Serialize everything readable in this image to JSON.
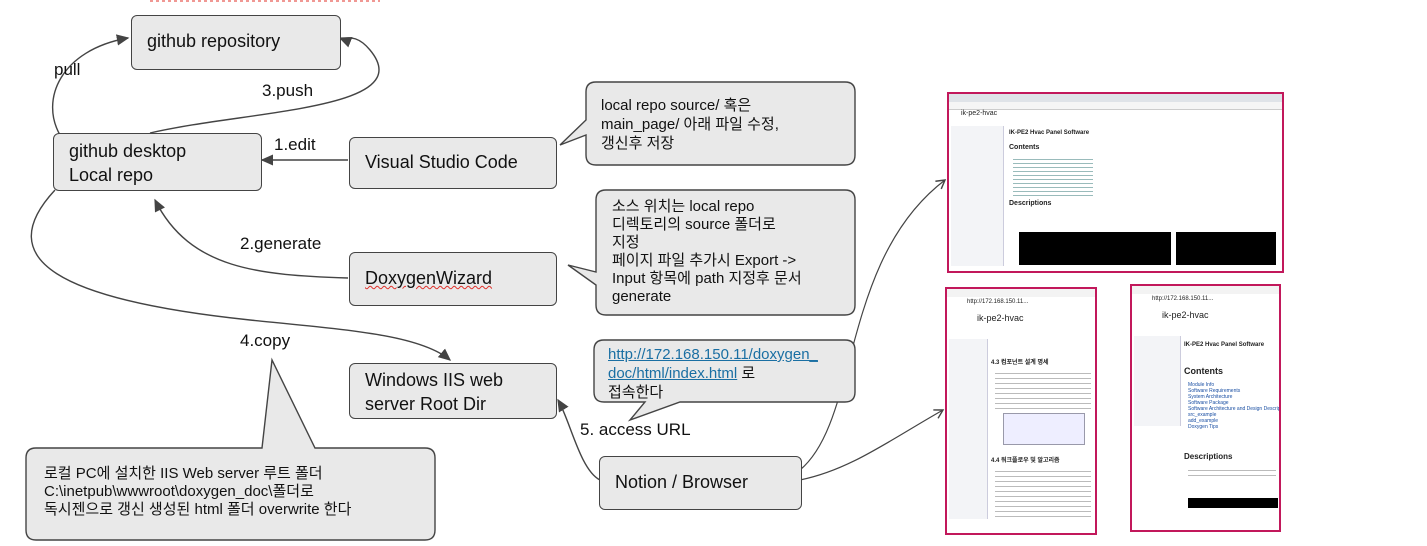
{
  "nodes": {
    "github_repo": "github repository",
    "github_desktop_line1": "github desktop",
    "github_desktop_line2": "Local repo",
    "vscode": "Visual Studio Code",
    "doxygen": "DoxygenWizard",
    "iis_line1": "Windows IIS web",
    "iis_line2": "server Root Dir",
    "notion": "Notion / Browser"
  },
  "edges": {
    "pull": "pull",
    "push": "3.push",
    "edit": "1.edit",
    "generate": "2.generate",
    "copy": "4.copy",
    "access": "5. access URL"
  },
  "callouts": {
    "vscode_note": [
      "local repo source/ 혹은",
      "main_page/ 아래 파일 수정,",
      "갱신후 저장"
    ],
    "doxygen_note": [
      "소스 위치는  local repo",
      "디렉토리의 source 폴더로",
      "지정",
      "페이지 파일 추가시  Export ->",
      "Input 항목에 path 지정후 문서",
      "generate"
    ],
    "url_link_line1": "http://172.168.150.11/doxygen_",
    "url_link_line2": "doc/html/index.html",
    "url_suffix": " 로",
    "url_line3": "접속한다",
    "iis_note": [
      "로컬 PC에 설치한 IIS Web server 루트 폴더",
      "C:\\inetpub\\wwwroot\\doxygen_doc\\폴더로",
      "독시젠으로 갱신 생성된 html 폴더 overwrite 한다"
    ]
  },
  "screenshots": {
    "desktop": {
      "title": "ik-pe2-hvac",
      "heading": "IK-PE2 Hvac Panel Software",
      "contents": "Contents",
      "descriptions": "Descriptions"
    },
    "mobile1": {
      "url": "http://172.168.150.11...",
      "title": "ik-pe2-hvac",
      "section1": "4.3 컴포넌트 설계 명세",
      "section2": "4.4 워크플로우 및 알고리즘"
    },
    "mobile2": {
      "url": "http://172.168.150.11...",
      "title": "ik-pe2-hvac",
      "heading": "IK-PE2 Hvac Panel Software",
      "contents": "Contents",
      "items": [
        "Module Info",
        "Software Requirements",
        "System Architecture",
        "Software Package",
        "Software Architecture and Design Description",
        "src_example",
        "add_example",
        "Doxygen Tips"
      ],
      "descriptions": "Descriptions"
    }
  },
  "colors": {
    "box_fill": "#e9e9e9",
    "box_border": "#444444",
    "screenshot_border": "#c2185b",
    "link": "#1a6fa3"
  }
}
